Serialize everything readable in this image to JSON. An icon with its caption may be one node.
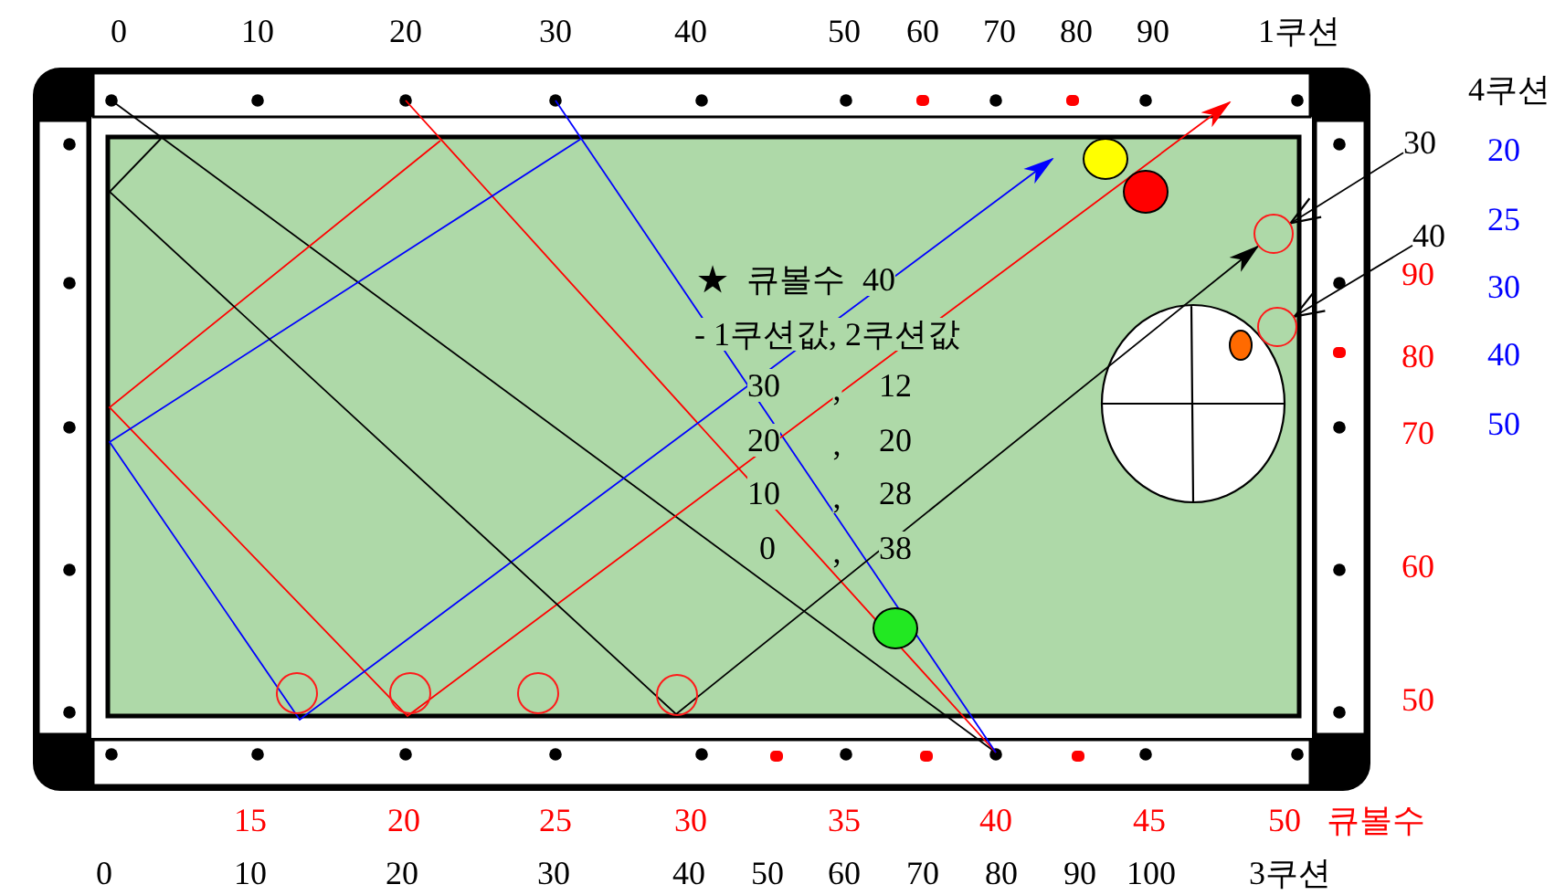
{
  "diagram": {
    "nodes": [
      {
        "text": [
          "30"
        ]
      },
      {
        "text": [],
        "shape": "circle"
      },
      {
        "text": [
          "40"
        ]
      },
      {
        "text": [],
        "shape": "circle"
      },
      {
        "text": [],
        "shape": "circle"
      },
      {
        "text": [],
        "shape": "circle"
      },
      {
        "text": [],
        "shape": "circle"
      },
      {
        "text": [],
        "shape": "circle"
      }
    ],
    "edges": [
      {
        "from": 0,
        "to": 1,
        "arrow": "to"
      },
      {
        "from": 2,
        "to": 3,
        "arrow": "to"
      },
      {
        "from": null,
        "to": 1,
        "arrow": "to"
      }
    ],
    "labels": [
      "0",
      "10",
      "20",
      "30",
      "40",
      "50",
      "60",
      "70",
      "80",
      "90",
      "1쿠션",
      "4쿠션",
      "20",
      "25",
      "30",
      "40",
      "50",
      "90",
      "80",
      "70",
      "60",
      "50",
      "★ 큐볼수 40",
      "- 1쿠션값, 2쿠션값",
      "30",
      ",",
      "12",
      "20",
      ",",
      "20",
      "10",
      ",",
      "28",
      "0",
      ",",
      "38",
      "15",
      "20",
      "25",
      "30",
      "35",
      "40",
      "45",
      "50",
      "큐볼수",
      "0",
      "10",
      "20",
      "30",
      "40",
      "50",
      "60",
      "70",
      "80",
      "90",
      "100",
      "3쿠션"
    ]
  }
}
